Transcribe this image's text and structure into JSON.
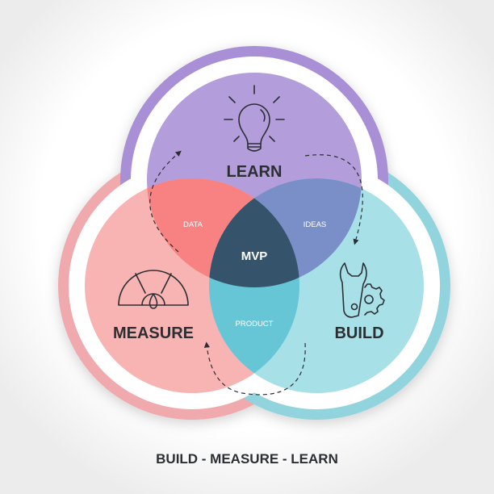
{
  "diagram": {
    "title": "BUILD - MEASURE - LEARN",
    "circles": {
      "learn": {
        "label": "LEARN",
        "icon": "lightbulb-icon",
        "color": "#b39ddb",
        "ring_color": "#a88fd6"
      },
      "measure": {
        "label": "MEASURE",
        "icon": "gauge-icon",
        "color": "#f8b3b3",
        "ring_color": "#f0a9ad"
      },
      "build": {
        "label": "BUILD",
        "icon": "wrench-gear-icon",
        "color": "#a8e0e8",
        "ring_color": "#92d4dd"
      }
    },
    "overlaps": {
      "data": {
        "label": "DATA",
        "color": "#f88282"
      },
      "ideas": {
        "label": "IDEAS",
        "color": "#7a8fc8"
      },
      "product": {
        "label": "PRODUCT",
        "color": "#67c6d6"
      },
      "center": {
        "label": "MVP",
        "color": "#35536b"
      }
    }
  }
}
